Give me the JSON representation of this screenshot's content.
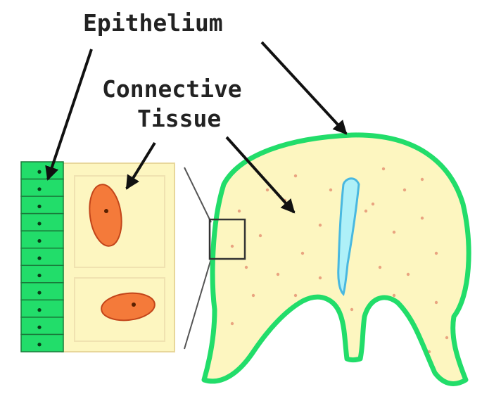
{
  "labels": {
    "epithelium": "Epithelium",
    "connective_line1": "Connective",
    "connective_line2": "Tissue"
  },
  "colors": {
    "epithelium": "#22dd6a",
    "epithelium_border": "#1a7a3a",
    "connective": "#fdf6c0",
    "connective_border": "#e8d79a",
    "nucleus_fill": "#f47a3a",
    "nucleus_edge": "#c2451a",
    "lumen": "#aef0f8",
    "lumen_edge": "#49b8e0",
    "arrow": "#111111",
    "fiber_dots": "#e6b69a"
  }
}
